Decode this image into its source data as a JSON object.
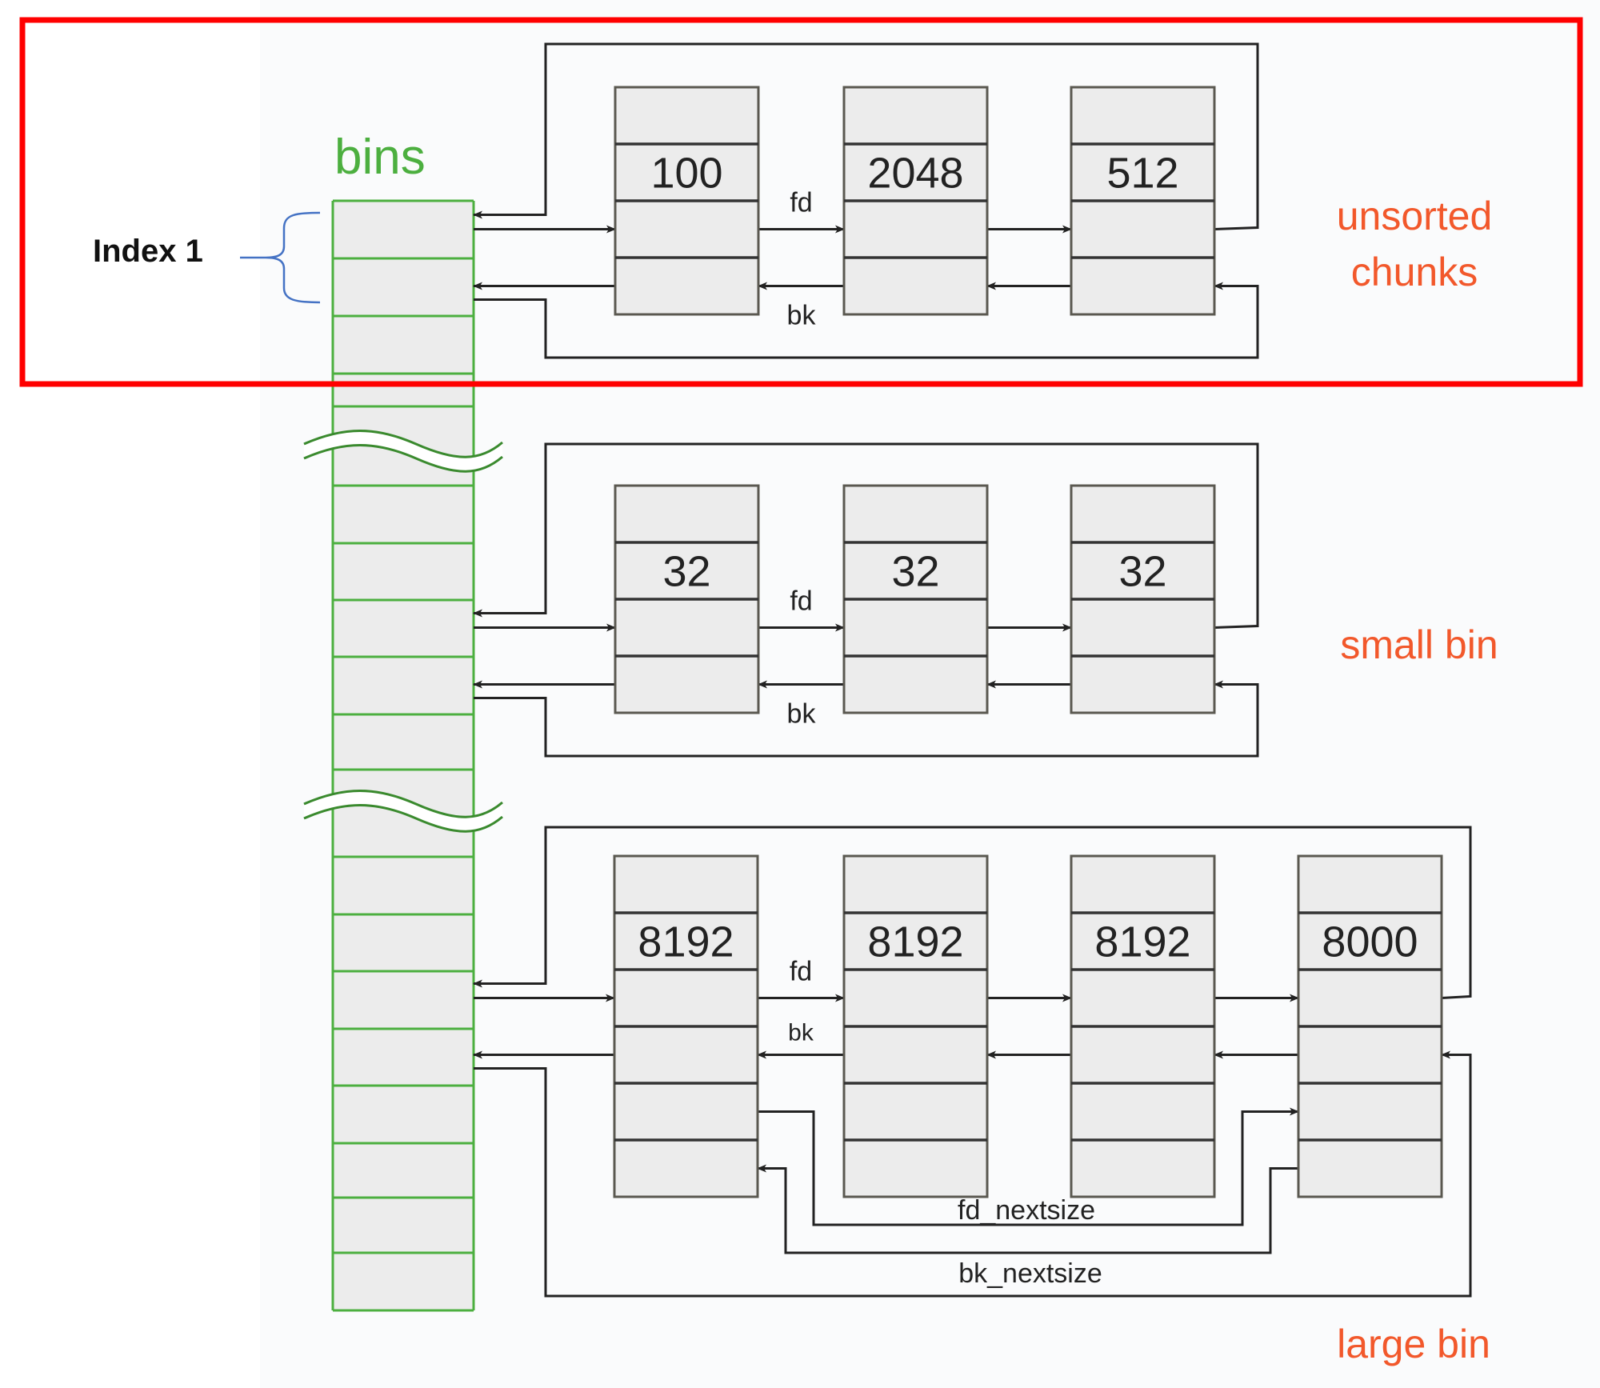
{
  "title_bins": "bins",
  "index_label": "Index 1",
  "colors": {
    "bins": "#4caf3f",
    "bins_fill": "#ececec",
    "chunk_fill": "#ececec",
    "chunk_stroke": "#5a5850",
    "arrow": "#222222",
    "label_orange": "#f2582b",
    "highlight_red": "#ff0000",
    "brace_blue": "#4472c4"
  },
  "groups": [
    {
      "id": "unsorted",
      "label_lines": [
        "unsorted",
        "chunks"
      ],
      "highlighted": true,
      "fd_label": "fd",
      "bk_label": "bk",
      "chunks": [
        {
          "size": "100"
        },
        {
          "size": "2048"
        },
        {
          "size": "512"
        }
      ]
    },
    {
      "id": "small",
      "label_lines": [
        "small bin"
      ],
      "highlighted": false,
      "fd_label": "fd",
      "bk_label": "bk",
      "chunks": [
        {
          "size": "32"
        },
        {
          "size": "32"
        },
        {
          "size": "32"
        }
      ]
    },
    {
      "id": "large",
      "label_lines": [
        "large bin"
      ],
      "highlighted": false,
      "fd_label": "fd",
      "bk_label": "bk",
      "fd_nextsize_label": "fd_nextsize",
      "bk_nextsize_label": "bk_nextsize",
      "chunks": [
        {
          "size": "8192"
        },
        {
          "size": "8192"
        },
        {
          "size": "8192"
        },
        {
          "size": "8000"
        }
      ]
    }
  ]
}
